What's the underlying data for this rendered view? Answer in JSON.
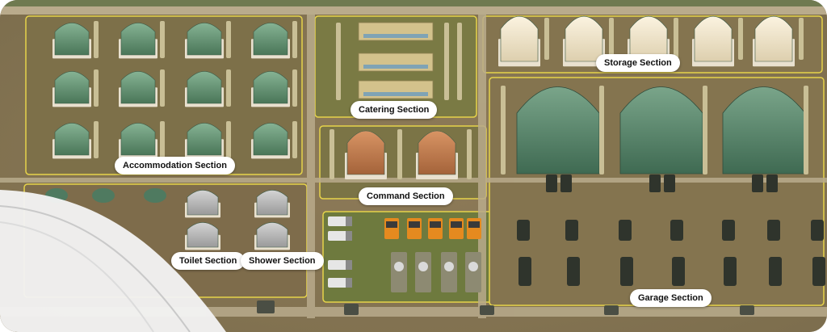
{
  "sections": {
    "accommodation": "Accommodation Section",
    "catering": "Catering Section",
    "storage": "Storage Section",
    "command": "Command Section",
    "toilet": "Toilet Section",
    "shower": "Shower Section",
    "garage": "Garage Section"
  },
  "colors": {
    "ground": "#8a7a5a",
    "road": "#b9ab8c",
    "boundary": "#e6d34a",
    "grass": "#6f7a3e",
    "green_tent": "#5c8a6a",
    "beige_tent": "#eee2c8",
    "orange_tent": "#c07a48",
    "gray_tent": "#b3b3b3",
    "vehicle_dark": "#2f342c",
    "vehicle_orange": "#e58a1f",
    "label_bg": "#ffffff"
  }
}
